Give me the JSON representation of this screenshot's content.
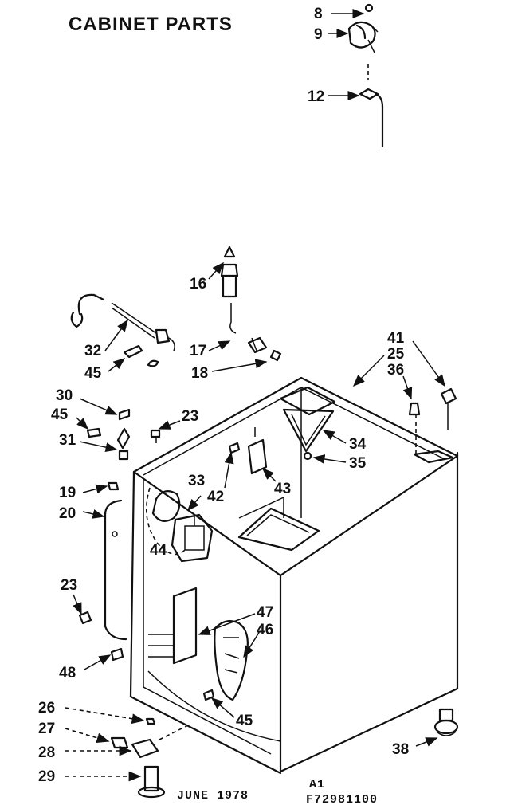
{
  "title": "CABINET PARTS",
  "footer": {
    "date": "JUNE 1978",
    "code_line1": "A1",
    "code_line2": "F72981100"
  },
  "callouts": [
    "8",
    "9",
    "12",
    "16",
    "17",
    "18",
    "32",
    "45",
    "41",
    "25",
    "36",
    "30",
    "45",
    "23",
    "31",
    "34",
    "35",
    "33",
    "42",
    "43",
    "19",
    "20",
    "44",
    "23",
    "47",
    "46",
    "48",
    "45",
    "26",
    "27",
    "28",
    "29",
    "38"
  ]
}
